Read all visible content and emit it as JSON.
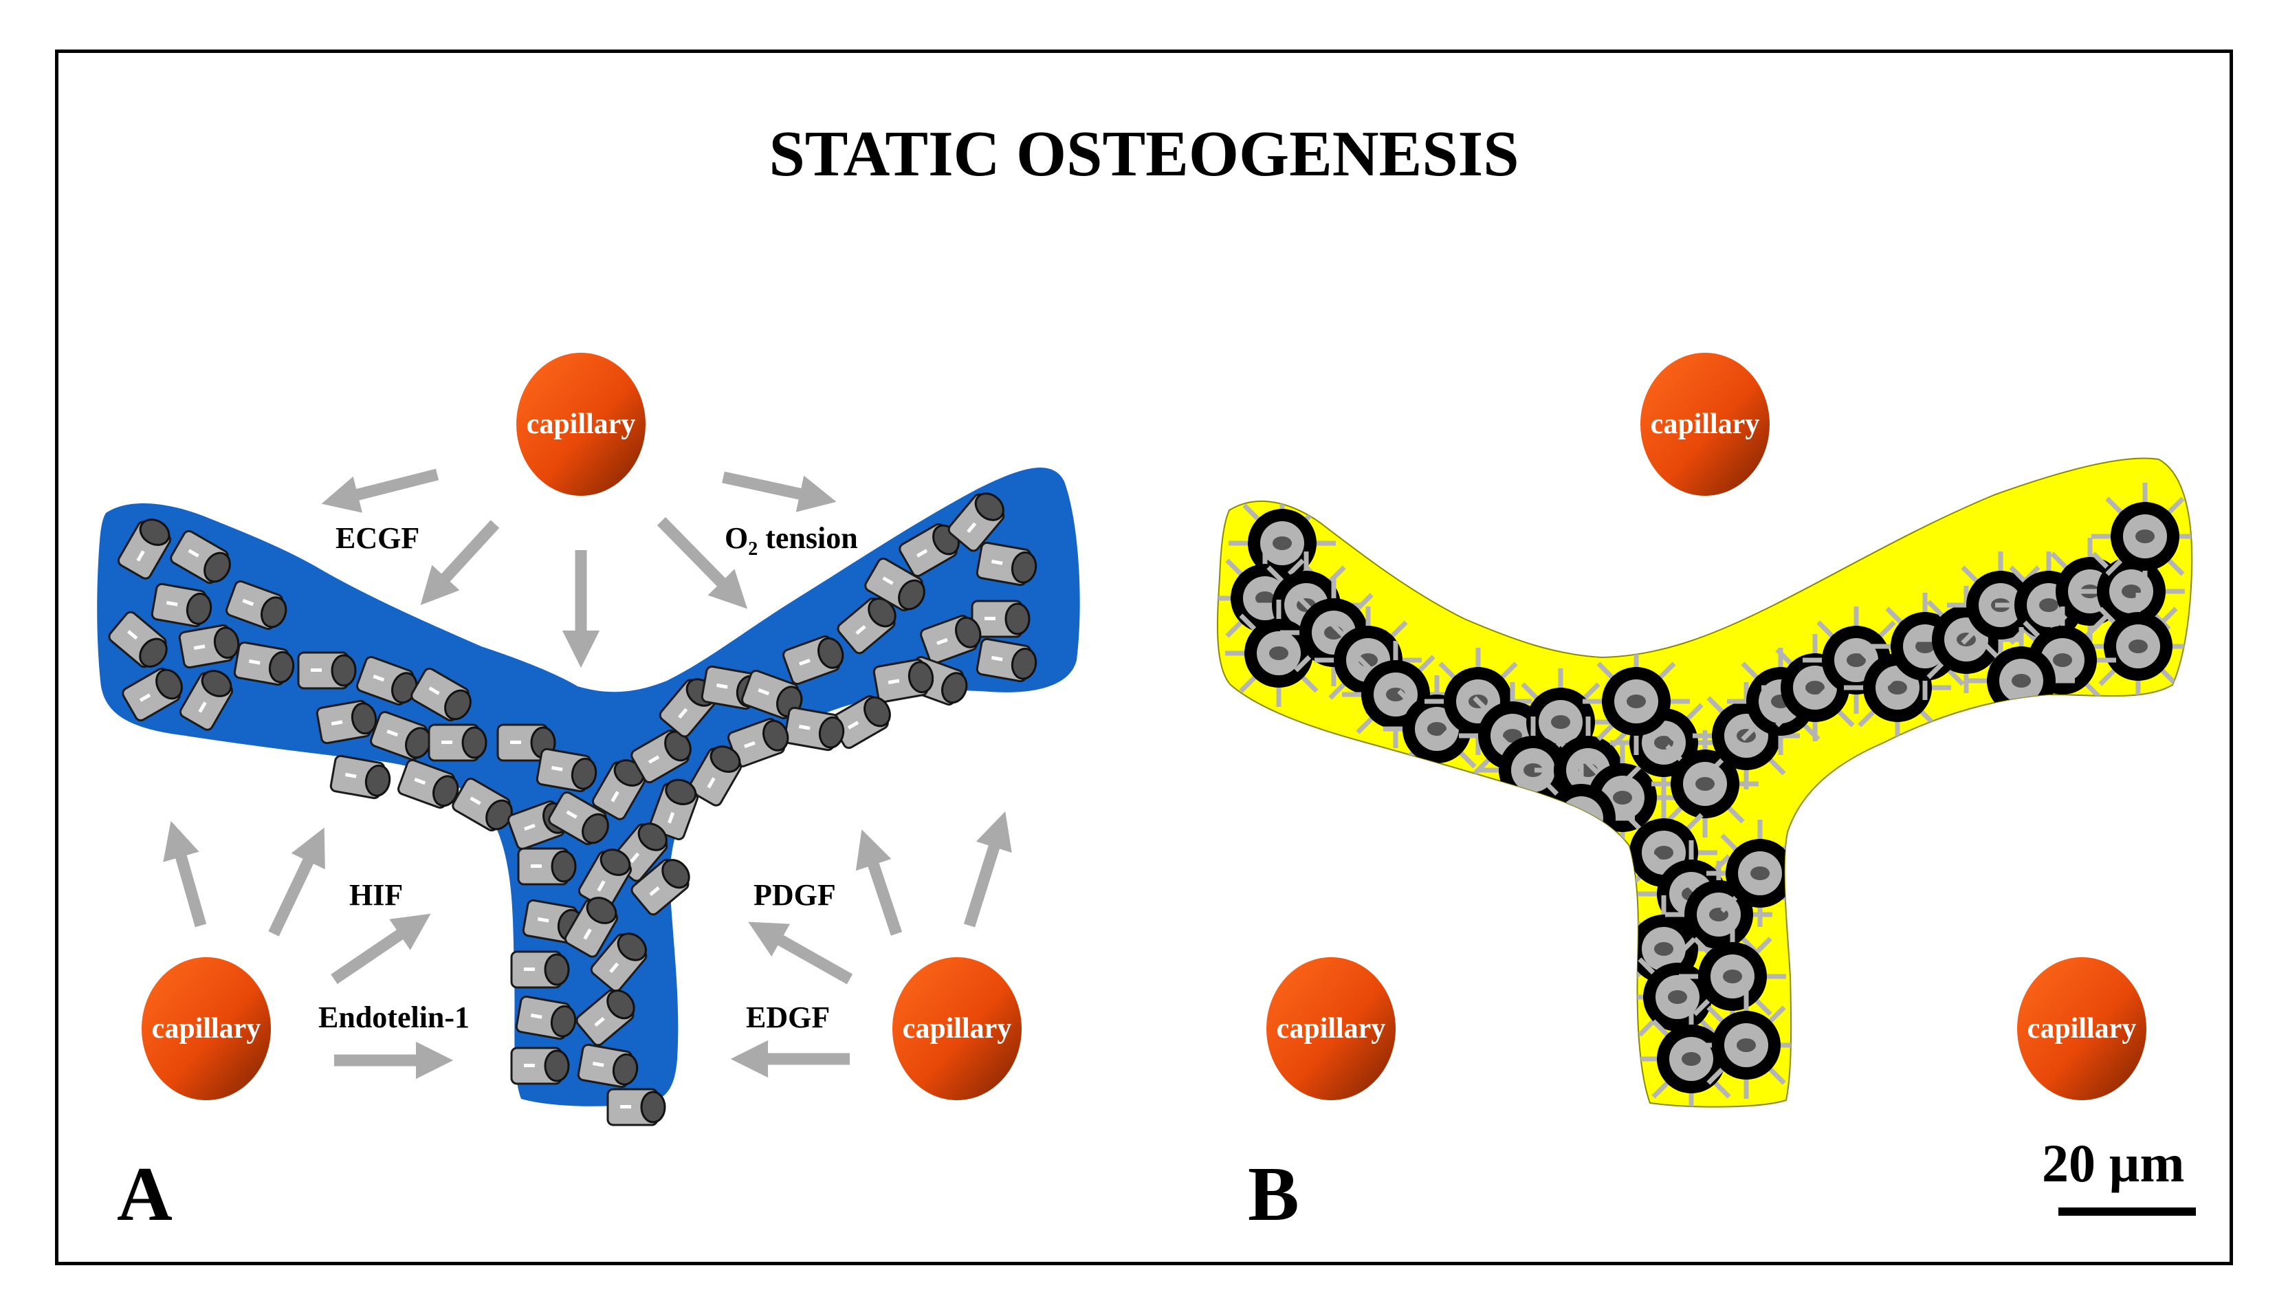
{
  "title": "STATIC OSTEOGENESIS",
  "colors": {
    "capillary_light": "#ff5a14",
    "capillary_dark": "#7a2200",
    "panel_a_matrix": "#1565c8",
    "panel_b_matrix": "#ffff00",
    "arrow": "#aaaaaa",
    "cell_fill": "#b4b4b4",
    "nucleus": "#505050"
  },
  "panel_a": {
    "label": "A",
    "capillary_label": "capillary",
    "factors": {
      "ecgf": "ECGF",
      "o2_tension_main": "O",
      "o2_tension_sub": "2",
      "o2_tension_rest": " tension",
      "hif": "HIF",
      "endotelin": "Endotelin-1",
      "pdgf": "PDGF",
      "edgf": "EDGF"
    }
  },
  "panel_b": {
    "label": "B",
    "capillary_label": "capillary"
  },
  "scale_bar": {
    "label": "20 µm"
  }
}
